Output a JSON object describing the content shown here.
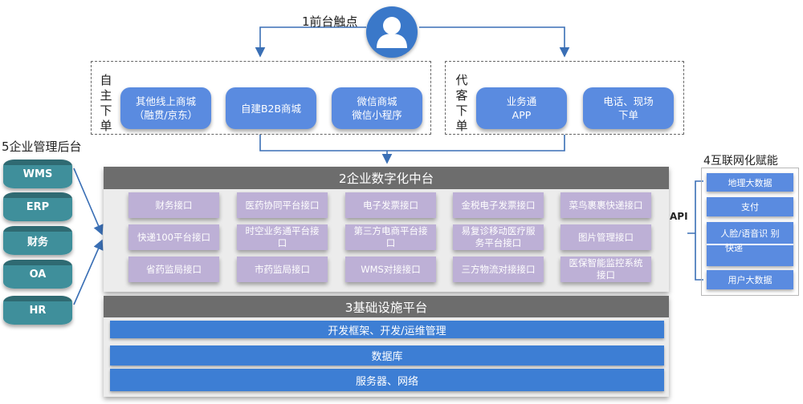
{
  "top": {
    "label": "1前台触点"
  },
  "self_order": {
    "label": "自主下单",
    "channels": [
      "其他线上商城\n（融贯/京东）",
      "自建B2B商城",
      "微信商城\n微信小程序"
    ]
  },
  "agent_order": {
    "label": "代客下单",
    "channels": [
      "业务通\nAPP",
      "电话、现场\n下单"
    ]
  },
  "left": {
    "title": "5企业管理后台",
    "items": [
      "WMS",
      "ERP",
      "财务",
      "OA",
      "HR"
    ]
  },
  "middle": {
    "title": "2企业数字化中台",
    "interfaces": [
      "财务接口",
      "医药协同平台接口",
      "电子发票接口",
      "金税电子发票接口",
      "菜鸟裹裹快递接口",
      "快递100平台接口",
      "时空业务通平台接\n口",
      "第三方电商平台接\n口",
      "易复诊移动医疗服\n务平台接口",
      "图片管理接口",
      "省药监局接口",
      "市药监局接口",
      "WMS对接接口",
      "三方物流对接接口",
      "医保智能监控系统\n接口"
    ]
  },
  "base": {
    "title": "3基础设施平台",
    "layers": [
      "开发框架、开发/运维管理",
      "数据库",
      "服务器、网络"
    ]
  },
  "right": {
    "title": "4互联网化赋能",
    "api_label": "API",
    "items": [
      "地理大数据",
      "支付",
      "人脸/语音识 别",
      "快递",
      "用户大数据"
    ]
  },
  "colors": {
    "channel": "#5a8be0",
    "interface": "#bdb0d6",
    "bar": "#6d6d6d",
    "infra": "#3d7ed4",
    "db": "#3f8f9b"
  }
}
